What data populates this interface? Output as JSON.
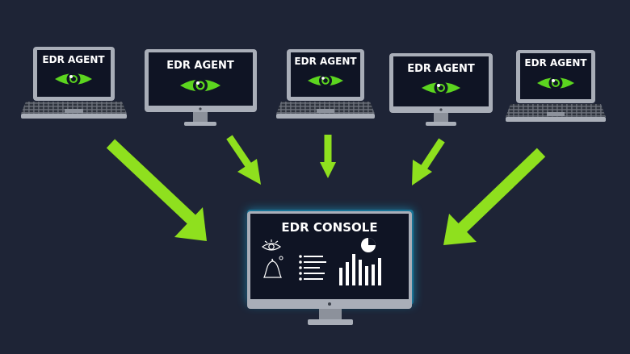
{
  "agents": [
    {
      "label": "EDR AGENT",
      "device": "laptop"
    },
    {
      "label": "EDR AGENT",
      "device": "monitor"
    },
    {
      "label": "EDR AGENT",
      "device": "laptop"
    },
    {
      "label": "EDR AGENT",
      "device": "monitor"
    },
    {
      "label": "EDR AGENT",
      "device": "laptop"
    }
  ],
  "console": {
    "label": "EDR CONSOLE"
  },
  "colors": {
    "background": "#1e2436",
    "arrow": "#8fe01e",
    "screen": "#0f1424",
    "device_frame": "#a9aeb8",
    "keyboard": "#6c717b",
    "eye_iris": "#5cd51f",
    "glow": "#18b4e6"
  },
  "icons": [
    "eye-icon",
    "bell-icon",
    "list-icon",
    "bar-chart-icon",
    "pie-chart-icon"
  ]
}
